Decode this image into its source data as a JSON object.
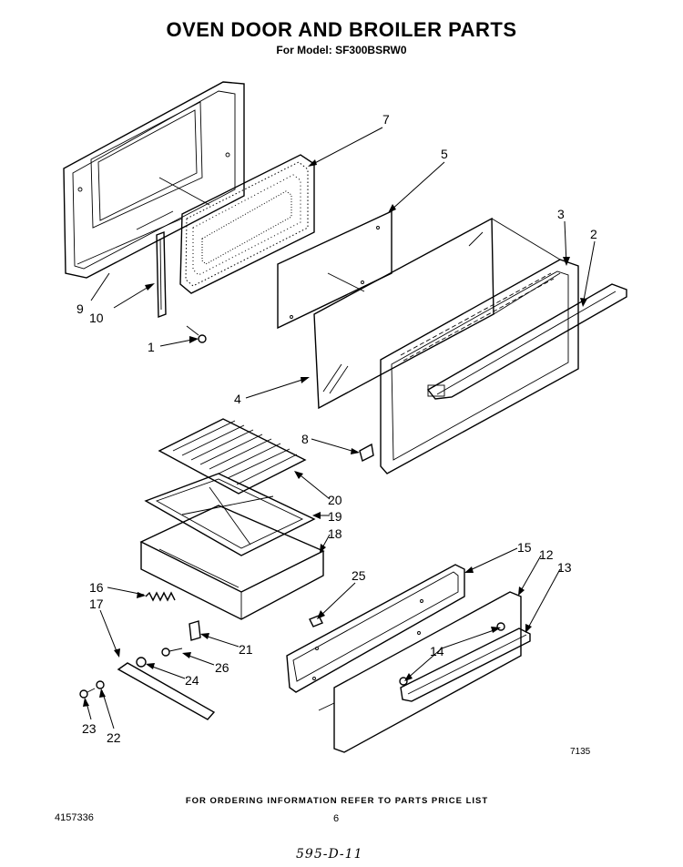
{
  "title": "OVEN DOOR AND BROILER PARTS",
  "subtitle": "For Model: SF300BSRW0",
  "footer_note": "FOR ORDERING INFORMATION REFER TO PARTS PRICE LIST",
  "doc_number": "4157336",
  "page_number": "6",
  "figure_code": "7135",
  "handwritten_note": "595-D-11",
  "callouts": {
    "c1": "1",
    "c2": "2",
    "c3": "3",
    "c4": "4",
    "c5": "5",
    "c7": "7",
    "c8": "8",
    "c9": "9",
    "c10": "10",
    "c12": "12",
    "c13": "13",
    "c14": "14",
    "c15": "15",
    "c16": "16",
    "c17": "17",
    "c18": "18",
    "c19": "19",
    "c20": "20",
    "c21": "21",
    "c22": "22",
    "c23": "23",
    "c24": "24",
    "c25": "25",
    "c26": "26"
  }
}
